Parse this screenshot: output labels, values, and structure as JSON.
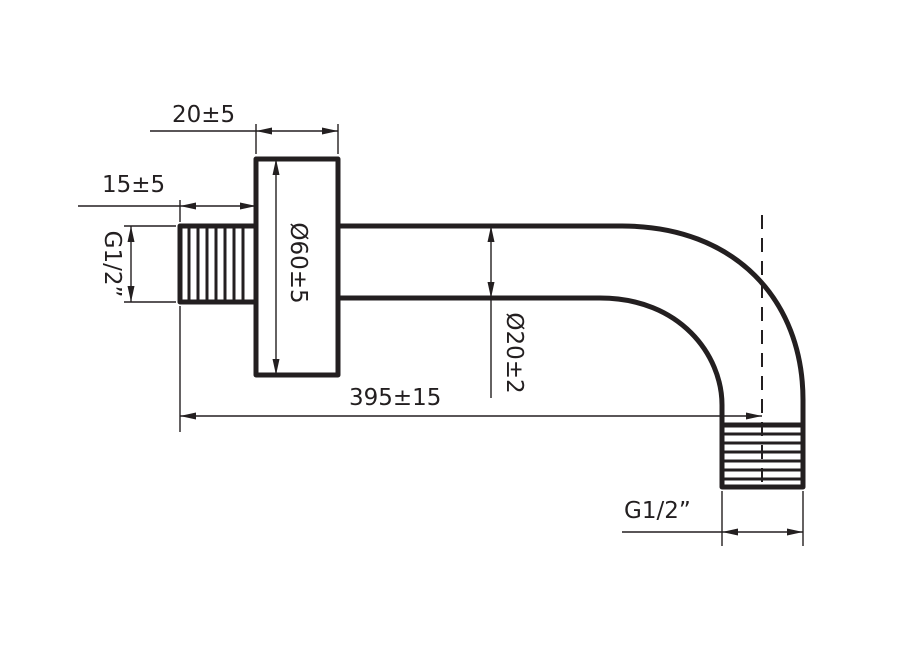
{
  "dimensions": {
    "flange_thickness": "20±5",
    "thread_length": "15±5",
    "inlet_thread": "G1/2”",
    "flange_diameter": "Ø60±5",
    "pipe_diameter": "Ø20±2",
    "total_length": "395±15",
    "outlet_thread": "G1/2”"
  },
  "colors": {
    "line": "#231f20",
    "background": "#ffffff"
  }
}
